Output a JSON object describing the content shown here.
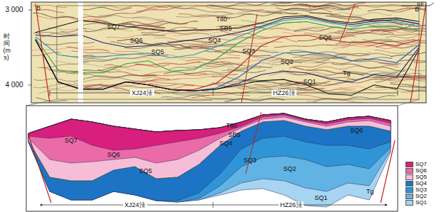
{
  "diagram": {
    "labels": [
      "B",
      "B'",
      "SE",
      "3 000",
      "4 000",
      "时间(ms)",
      "T80",
      "SB5",
      "SQ7",
      "SQ6",
      "SQ5",
      "SQ4",
      "SQ3",
      "SQ2",
      "SQ1",
      "SQ6",
      "Tg",
      "XJ24洼",
      "HZ26洼",
      "T80",
      "SB5",
      "SQ7",
      "SQ6",
      "SQ5",
      "SQ4",
      "SQ3",
      "SQ2",
      "SQ1",
      "SQ6",
      "Tg",
      "XJ24洼",
      "HZ26洼"
    ],
    "legend": [
      {
        "text": "SQ7",
        "color": "#d81f7d"
      },
      {
        "text": "SQ6",
        "color": "#ea6ba8"
      },
      {
        "text": "SQ5",
        "color": "#f6bdd7"
      },
      {
        "text": "SQ4",
        "color": "#1d74c4"
      },
      {
        "text": "SQ3",
        "color": "#2f95d6"
      },
      {
        "text": "SQ2",
        "color": "#61b3e4"
      },
      {
        "text": "SQ1",
        "color": "#a6d4f1"
      }
    ]
  }
}
